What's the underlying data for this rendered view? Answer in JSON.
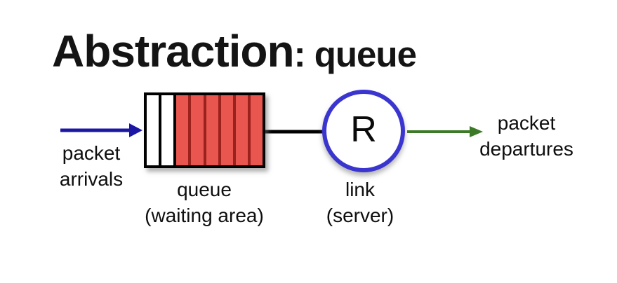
{
  "title": {
    "main": "Abstraction",
    "suffix": ": queue"
  },
  "diagram": {
    "arrival_label": {
      "line1": "packet",
      "line2": "arrivals"
    },
    "queue_label": {
      "line1": "queue",
      "line2": "(waiting area)"
    },
    "link_label": {
      "line1": "link",
      "line2": "(server)"
    },
    "departure_label": {
      "line1": "packet",
      "line2": "departures"
    },
    "router": {
      "letter": "R"
    },
    "queue": {
      "cells": [
        "empty",
        "empty",
        "full",
        "full",
        "full",
        "full",
        "full",
        "full"
      ]
    },
    "icons": [
      "packet-arrivals-arrow-icon",
      "link-connector-line",
      "packet-departures-arrow-icon"
    ]
  },
  "colors": {
    "packet_fill": "#e9554f",
    "packet_divider": "#9b211d",
    "queue_border": "#000000",
    "router_ring": "#3a35cf",
    "arrival_arrow": "#1b16a3",
    "link_line": "#000000",
    "departure_arrow": "#3d7a27",
    "text": "#111111",
    "background": "#ffffff"
  }
}
